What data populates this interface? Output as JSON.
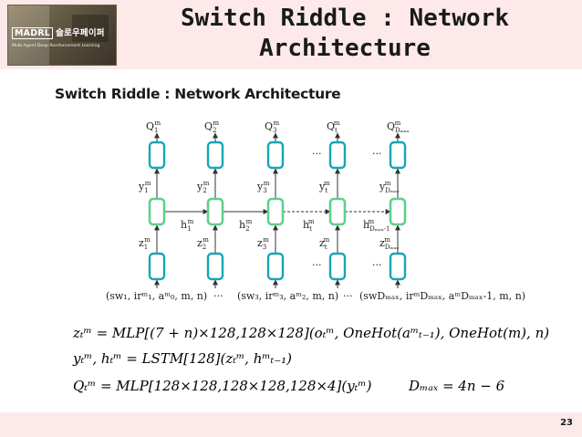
{
  "logo": {
    "brand": "MADRL",
    "korean": "슬로우페이퍼",
    "tagline": "Multi-Agent Deep Reinforcement Learning"
  },
  "slide": {
    "title_line1": "Switch Riddle : Network",
    "title_line2": "Architecture",
    "subtitle": "Switch Riddle : Network Architecture",
    "page_number": "23"
  },
  "diagram": {
    "dots": "···",
    "columns": [
      {
        "q": "Q",
        "q_sup": "m",
        "q_sub": "1",
        "y": "y",
        "y_sup": "m",
        "y_sub": "1",
        "z": "z",
        "z_sup": "m",
        "z_sub": "1"
      },
      {
        "q": "Q",
        "q_sup": "m",
        "q_sub": "2",
        "y": "y",
        "y_sup": "m",
        "y_sub": "2",
        "z": "z",
        "z_sup": "m",
        "z_sub": "2"
      },
      {
        "q": "Q",
        "q_sup": "m",
        "q_sub": "3",
        "y": "y",
        "y_sup": "m",
        "y_sub": "3",
        "z": "z",
        "z_sup": "m",
        "z_sub": "3"
      },
      {
        "q": "Q",
        "q_sup": "m",
        "q_sub": "t",
        "y": "y",
        "y_sup": "m",
        "y_sub": "t",
        "z": "z",
        "z_sup": "m",
        "z_sub": "t"
      },
      {
        "q": "Q",
        "q_sup": "m",
        "q_sub": "Dₘₐₓ",
        "y": "y",
        "y_sup": "m",
        "y_sub": "Dₘₐₓ",
        "z": "z",
        "z_sup": "m",
        "z_sub": "Dₘₐₓ"
      }
    ],
    "hidden": [
      {
        "text": "h",
        "sup": "m",
        "sub": "1"
      },
      {
        "text": "h",
        "sup": "m",
        "sub": "2"
      },
      {
        "text": "h",
        "sup": "m",
        "sub": "t"
      },
      {
        "text": "h",
        "sup": "m",
        "sub": "Dₘₐₓ-1"
      }
    ],
    "inputs": [
      "(sw₁, irᵐ₁, aᵐ₀, m, n)",
      "(sw₃, irᵐ₃, aᵐ₂, m, n)",
      "(swDₘₐₓ, irᵐDₘₐₓ, aᵐDₘₐₓ-1, m, n)"
    ]
  },
  "formulas": {
    "eq1": "zₜᵐ = MLP[(7 + n)×128,128×128](oₜᵐ, OneHot(aᵐₜ₋₁), OneHot(m), n)",
    "eq2": "yₜᵐ, hₜᵐ = LSTM[128](zₜᵐ, hᵐₜ₋₁)",
    "eq3": "Qₜᵐ = MLP[128×128,128×128,128×4](yₜᵐ)",
    "dmax": "Dₘₐₓ = 4n − 6"
  }
}
